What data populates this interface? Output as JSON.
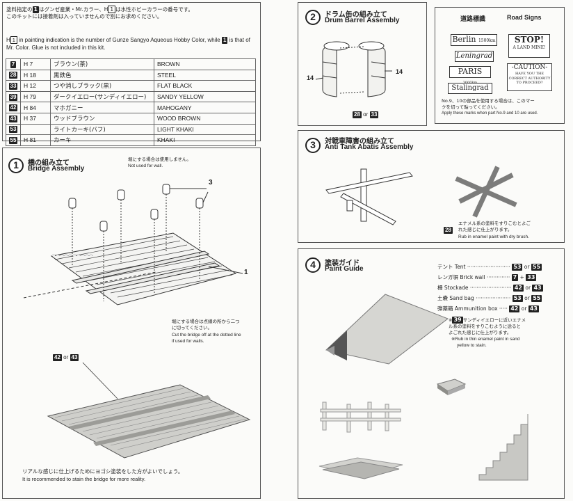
{
  "colors": {
    "ink": "#222222",
    "paper": "#fbfbf9",
    "rule": "#555555"
  },
  "paint_info": {
    "jp_line1": "塗料指定の",
    "jp_mid1": "はグンゼ産業・Mr.カラー、H",
    "jp_mid2": "は水性ホビーカラーの番号です。",
    "jp_line2": "このキットには接着剤は入っていませんので別にお求めください。",
    "en_text": "in painting indication is the number of Gunze Sangyo Aqueous Hobby Color, while",
    "en_text2": "is that of Mr. Color. Glue is not included in this kit.",
    "h_prefix": "H",
    "h_digit": "1",
    "b_digit": "1"
  },
  "color_table": [
    {
      "num": "7",
      "h": "H 7",
      "jp": "ブラウン(茶)",
      "en": "BROWN"
    },
    {
      "num": "28",
      "h": "H 18",
      "jp": "黒鉄色",
      "en": "STEEL"
    },
    {
      "num": "33",
      "h": "H 12",
      "jp": "つや消しブラック(黒)",
      "en": "FLAT BLACK"
    },
    {
      "num": "39",
      "h": "H 79",
      "jp": "ダークイエロー(サンディイエロー)",
      "en": "SANDY YELLOW"
    },
    {
      "num": "42",
      "h": "H 84",
      "jp": "マホガニー",
      "en": "MAHOGANY"
    },
    {
      "num": "43",
      "h": "H 37",
      "jp": "ウッドブラウン",
      "en": "WOOD BROWN"
    },
    {
      "num": "53",
      "h": "",
      "jp": "ライトカーキ(バフ)",
      "en": "LIGHT KHAKI"
    },
    {
      "num": "55",
      "h": "H 81",
      "jp": "カーキ",
      "en": "KHAKI"
    }
  ],
  "bridge": {
    "num": "1",
    "title_jp": "橋の組み立て",
    "title_en": "Bridge Assembly",
    "note_top_jp": "堀にする場合は使用しません。",
    "note_top_en": "Not used for wall.",
    "label_3": "3",
    "label_1": "1",
    "note_cut_jp1": "堀にする場合は点線の所から二つ",
    "note_cut_jp2": "に切ってください。",
    "note_cut_en1": "Cut the bridge off at the dotted line",
    "note_cut_en2": "if used for walls.",
    "paint_a": "42",
    "paint_or": "or",
    "paint_b": "43",
    "bottom_jp": "リアルな感じに仕上げるためにヨゴシ塗装をした方がよいでしょう。",
    "bottom_en": "It is recommended to stain the bridge for more reality."
  },
  "drum": {
    "num": "2",
    "title_jp": "ドラム缶の組み立て",
    "title_en": "Drum Barrel Assembly",
    "label_left": "14",
    "label_right": "14",
    "paint_a": "28",
    "paint_or": "or",
    "paint_b": "33"
  },
  "road_signs": {
    "title_jp": "道路標識",
    "title_en": "Road Signs",
    "berlin": "Berlin",
    "berlin_km": "1500km",
    "leningrad": "Leningrad",
    "paris": "PARIS",
    "paris_km": "3000km",
    "stalingrad": "Stalingrad",
    "stop": "STOP!",
    "stop_sub": "A LAND MINE!",
    "caution": "-CAUTION-",
    "caution_l1": "HAVE YOU THE",
    "caution_l2": "CORRECT AUTHORITY",
    "caution_l3": "TO PROCEED?",
    "note_jp1": "No.9、10の部品を使用する場合は、このマー",
    "note_jp2": "クを切って貼ってください。",
    "note_en": "Apply these marks when part No.9 and 10 are used."
  },
  "abatis": {
    "num": "3",
    "title_jp": "対戦車障害の組み立て",
    "title_en": "Anti Tank Abatis Assembly",
    "paint": "28",
    "note_jp1": "エナメル系の塗料をすりこむとよご",
    "note_jp2": "れた感じに仕上がります。",
    "note_en": "Rub in enamel paint with dry brush."
  },
  "paint_guide": {
    "num": "4",
    "title_jp": "塗装ガイド",
    "title_en": "Paint Guide",
    "items": [
      {
        "label": "テント  Tent ··························",
        "a": "53",
        "op": "or",
        "b": "55"
      },
      {
        "label": "レンガ塀  Brick wall ··············",
        "a": "7",
        "op": "+",
        "b": "33"
      },
      {
        "label": "柵  Stockade ·························",
        "a": "42",
        "op": "or",
        "b": "43"
      },
      {
        "label": "土嚢  Sand bag ·····················",
        "a": "53",
        "op": "or",
        "b": "55"
      },
      {
        "label": "弾薬箱  Ammunition box ·····",
        "a": "42",
        "op": "or",
        "b": "43"
      }
    ],
    "note_mark": "※",
    "note_num": "39",
    "note_jp1": "サンディイエローに近いエナメ",
    "note_jp2": "ル系の塗料をすりこむように途ると",
    "note_jp3": "よごれた感じに仕上がります。",
    "note_en1": "※Rub in thin enamel paint in sand",
    "note_en2": "yellow to stain."
  }
}
